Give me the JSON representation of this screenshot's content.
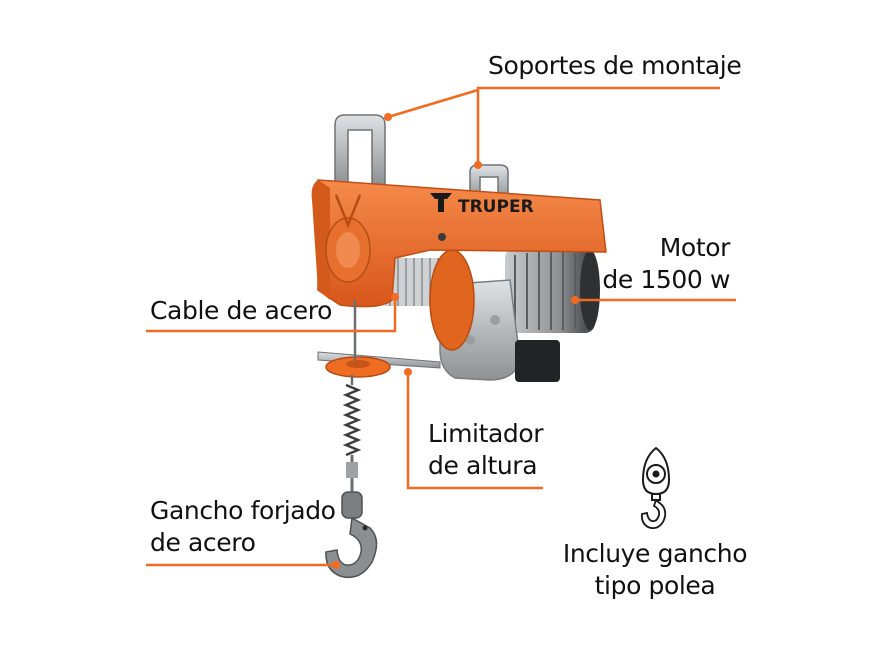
{
  "colors": {
    "accent": "#f26b21",
    "body_orange": "#ee6f2b",
    "metal": "#b9bcbe",
    "dark": "#2b2b2b",
    "text": "#111111"
  },
  "brand": {
    "name": "TRUPER"
  },
  "labels": {
    "mounting": "Soportes de montaje",
    "motor_1": "Motor",
    "motor_2": "de 1500 w",
    "cable": "Cable de acero",
    "limiter_1": "Limitador",
    "limiter_2": "de altura",
    "hook_1": "Gancho forjado",
    "hook_2": "de acero",
    "pulley_1": "Incluye gancho",
    "pulley_2": "tipo polea"
  },
  "icons": {
    "pulley_hook": "pulley-hook-icon",
    "brand_logo": "truper-logo-icon"
  }
}
